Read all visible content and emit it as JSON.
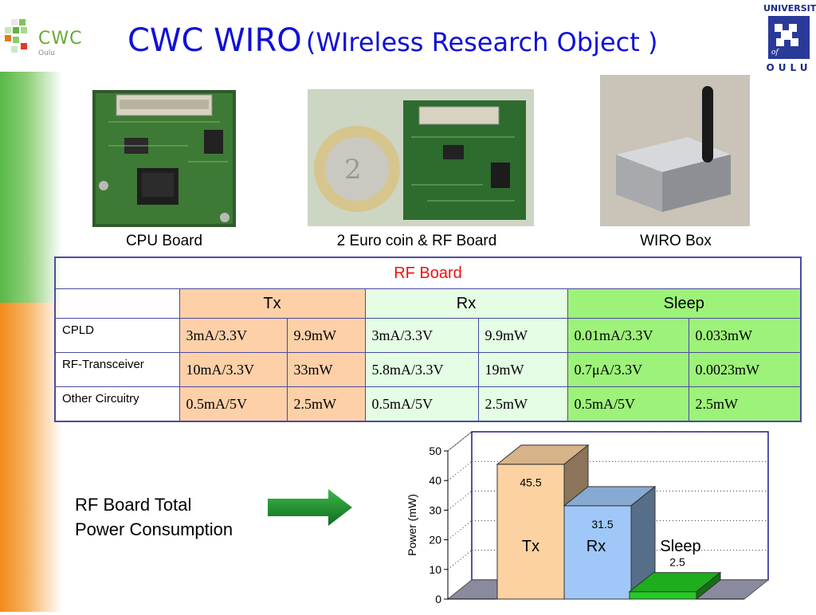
{
  "logo": {
    "name": "CWC",
    "sub": "Oulu"
  },
  "title": {
    "main": "CWC WIRO",
    "subtitle": "(WIreless Research Object )"
  },
  "university_logo": {
    "top": "UNIVERSITY",
    "of": "of",
    "bottom": "OULU"
  },
  "photos": [
    {
      "caption": "CPU Board"
    },
    {
      "caption": "2 Euro coin & RF Board"
    },
    {
      "caption": "WIRO Box"
    }
  ],
  "table": {
    "title": "RF Board",
    "groups": [
      "Tx",
      "Rx",
      "Sleep"
    ],
    "rows": [
      {
        "label": "CPLD",
        "values": [
          "3mA/3.3V",
          "9.9mW",
          "3mA/3.3V",
          "9.9mW",
          "0.01mA/3.3V",
          "0.033mW"
        ]
      },
      {
        "label": "RF-Transceiver",
        "values": [
          "10mA/3.3V",
          "33mW",
          "5.8mA/3.3V",
          "19mW",
          "0.7μA/3.3V",
          "0.0023mW"
        ]
      },
      {
        "label": "Other Circuitry",
        "values": [
          "0.5mA/5V",
          "2.5mW",
          "0.5mA/5V",
          "2.5mW",
          "0.5mA/5V",
          "2.5mW"
        ]
      }
    ]
  },
  "note": {
    "line1": "RF Board Total",
    "line2": "Power Consumption"
  },
  "chart_data": {
    "type": "bar",
    "categories": [
      "Tx",
      "Rx",
      "Sleep"
    ],
    "values": [
      45.5,
      31.5,
      2.5
    ],
    "data_labels": [
      "45.5",
      "31.5",
      "2.5"
    ],
    "ylabel": "Power (mW)",
    "xlabel": "",
    "title": "",
    "ylim": [
      0,
      50
    ],
    "yticks": [
      0,
      10,
      20,
      30,
      40,
      50
    ],
    "grid": true,
    "colors": {
      "Tx": "#fdd2a2",
      "Rx": "#9fc8f8",
      "Sleep": "#22cc22",
      "floor": "#8a8a9e"
    }
  }
}
